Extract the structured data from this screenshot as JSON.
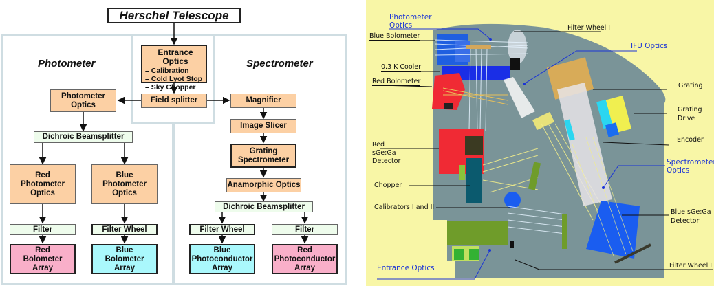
{
  "flowchart": {
    "title": "Herschel Telescope",
    "sections": {
      "photometer": "Photometer",
      "spectrometer": "Spectrometer"
    },
    "entrance_optics": {
      "heading": "Entrance Optics",
      "items": [
        "– Calibration",
        "– Cold Lyot Stop",
        "– Sky Chopper"
      ]
    },
    "field_splitter": "Field splitter",
    "photometer": {
      "optics": "Photometer Optics",
      "beamsplitter": "Dichroic Beamsplitter",
      "red_optics": "Red Photometer Optics",
      "blue_optics": "Blue Photometer Optics",
      "red_filter": "Filter",
      "blue_filter": "Filter Wheel",
      "red_array": "Red Bolometer Array",
      "blue_array": "Blue Bolometer Array"
    },
    "spectrometer": {
      "magnifier": "Magnifier",
      "image_slicer": "Image Slicer",
      "grating": "Grating Spectrometer",
      "anamorphic": "Anamorphic Optics",
      "beamsplitter": "Dichroic Beamsplitter",
      "blue_filter": "Filter Wheel",
      "red_filter": "Filter",
      "blue_array": "Blue Photoconductor Array",
      "red_array": "Red Photoconductor Array"
    }
  },
  "instrument_view": {
    "labels": {
      "photometer_optics": "Photometer Optics",
      "blue_bolometer": "Blue Bolometer",
      "cooler": "0.3 K Cooler",
      "red_bolometer": "Red Bolometer",
      "red_detector": "Red sGe:Ga Detector",
      "chopper": "Chopper",
      "calibrators": "Calibrators I and II",
      "entrance_optics": "Entrance Optics",
      "filter_wheel_1": "Filter Wheel I",
      "ifu_optics": "IFU Optics",
      "grating": "Grating",
      "grating_drive": "Grating Drive",
      "encoder": "Encoder",
      "spectrometer_optics": "Spectrometer Optics",
      "blue_detector": "Blue sGe:Ga Detector",
      "filter_wheel_2": "Filter Wheel II"
    },
    "colors": {
      "background": "#f8f6a6",
      "housing": "#7a9498",
      "label_blue": "#1a33d6"
    }
  }
}
